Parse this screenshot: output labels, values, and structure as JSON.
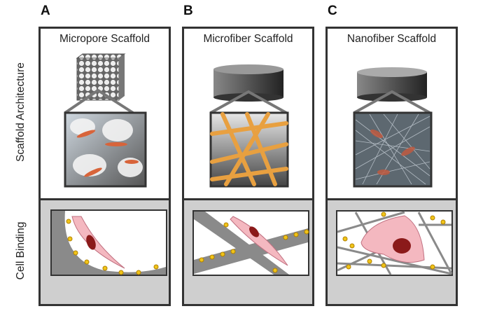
{
  "row_labels": {
    "architecture": "Scaffold Architecture",
    "binding": "Cell Binding"
  },
  "panels": [
    {
      "letter": "A",
      "title": "Micropore Scaffold"
    },
    {
      "letter": "B",
      "title": "Microfiber Scaffold"
    },
    {
      "letter": "C",
      "title": "Nanofiber Scaffold"
    }
  ],
  "colors": {
    "border": "#333333",
    "bottom_bg": "#cfcfcf",
    "cell": "#f4b8c0",
    "nucleus": "#8b1a1a",
    "ligand": "#f0c419",
    "fiber_orange": "#e8a040"
  }
}
